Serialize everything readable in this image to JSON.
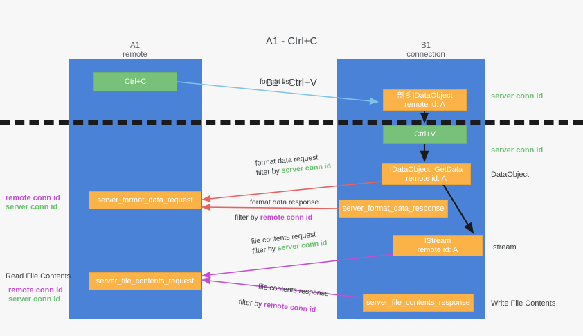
{
  "title": {
    "line1": "A1 - Ctrl+C",
    "line2": "B1 - Ctrl+V"
  },
  "colors": {
    "background": "#f7f7f7",
    "lane": "#4a82d8",
    "green_node": "#78c17b",
    "orange_node": "#fbb348",
    "green_text": "#6cc070",
    "purple_text": "#c24fd0",
    "red_arrow": "#e8625f",
    "magenta_arrow": "#c24fd0",
    "blue_arrow": "#7fc3ea",
    "black_arrow": "#1b1b1b",
    "divider": "#1b1b1b"
  },
  "columns": [
    {
      "name": "A1",
      "sub": "remote"
    },
    {
      "name": "B1",
      "sub": "connection"
    }
  ],
  "nodes": [
    {
      "id": "ctrl-c",
      "lane": "A1",
      "kind": "green",
      "line1": "Ctrl+C",
      "line2": ""
    },
    {
      "id": "idataobject-create",
      "lane": "B1",
      "kind": "orange",
      "line1": "剖彡IDataObject",
      "line2": "remote id: A"
    },
    {
      "id": "ctrl-v",
      "lane": "B1",
      "kind": "green",
      "line1": "Ctrl+V",
      "line2": ""
    },
    {
      "id": "idataobject-getdata",
      "lane": "B1",
      "kind": "orange",
      "line1": "IDataObject::GetData",
      "line2": "remote id: A"
    },
    {
      "id": "server-format-data-request",
      "lane": "A1",
      "kind": "orange",
      "line1": "server_format_data_request",
      "line2": ""
    },
    {
      "id": "server-format-data-response",
      "lane": "B1",
      "kind": "orange",
      "line1": "server_format_data_response",
      "line2": ""
    },
    {
      "id": "istream",
      "lane": "B1",
      "kind": "orange",
      "line1": "IStream",
      "line2": "remote id: A"
    },
    {
      "id": "server-file-contents-request",
      "lane": "A1",
      "kind": "orange",
      "line1": "server_file_contents_request",
      "line2": ""
    },
    {
      "id": "server-file-contents-response",
      "lane": "B1",
      "kind": "orange",
      "line1": "server_file_contents_response",
      "line2": ""
    }
  ],
  "right_labels": [
    {
      "id": "server-conn-id-1",
      "text": "server conn id",
      "style": "green"
    },
    {
      "id": "server-conn-id-2",
      "text": "server conn id",
      "style": "green"
    },
    {
      "id": "dataobject",
      "text": "DataObject",
      "style": "plain"
    },
    {
      "id": "istream-label",
      "text": "Istream",
      "style": "plain"
    },
    {
      "id": "write-file",
      "text": "Write File Contents",
      "style": "plain"
    }
  ],
  "left_labels": [
    {
      "id": "mid-remote-conn-id",
      "text": "remote conn id",
      "style": "purple"
    },
    {
      "id": "mid-server-conn-id",
      "text": "server conn id",
      "style": "green"
    },
    {
      "id": "read-file",
      "text": "Read File Contents",
      "style": "plain"
    },
    {
      "id": "low-remote-conn-id",
      "text": "remote conn id",
      "style": "purple"
    },
    {
      "id": "low-server-conn-id",
      "text": "server conn id",
      "style": "green"
    }
  ],
  "edges": [
    {
      "id": "format-list",
      "label": "format list",
      "filter_prefix": "",
      "filter_key": "",
      "filter_style": ""
    },
    {
      "id": "format-data-request",
      "label": "format data request",
      "filter_prefix": "filter by ",
      "filter_key": "server conn id",
      "filter_style": "green"
    },
    {
      "id": "format-data-response",
      "label": "format data response",
      "filter_prefix": "filter by ",
      "filter_key": "remote conn id",
      "filter_style": "purple"
    },
    {
      "id": "file-contents-request",
      "label": "file contents request",
      "filter_prefix": "filter by ",
      "filter_key": "server conn id",
      "filter_style": "green"
    },
    {
      "id": "file-contents-response",
      "label": "file contents response",
      "filter_prefix": "filter by ",
      "filter_key": "remote conn id",
      "filter_style": "purple"
    }
  ]
}
